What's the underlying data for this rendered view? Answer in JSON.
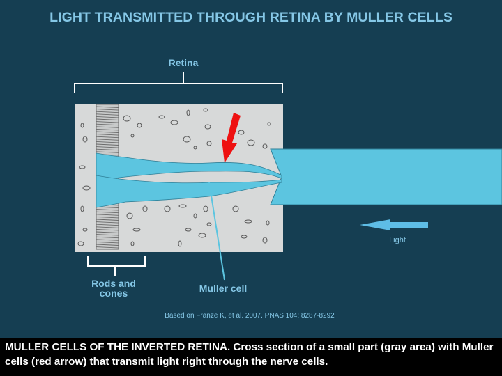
{
  "title": "LIGHT TRANSMITTED THROUGH RETINA BY MULLER CELLS",
  "labels": {
    "retina": "Retina",
    "rods_and_cones_line1": "Rods and",
    "rods_and_cones_line2": "cones",
    "muller_cell": "Muller cell",
    "light": "Light"
  },
  "source_note": "Based on Franze K, et al. 2007. PNAS 104: 8287-8292",
  "caption": "MULLER CELLS OF THE INVERTED RETINA. Cross section of a small part (gray area) with Muller cells (red arrow) that transmit light right through the nerve cells.",
  "colors": {
    "background": "#153e52",
    "label_text": "#85c7e6",
    "retina_tissue": "#d7d9d9",
    "muller_cell": "#5cc5e0",
    "light_arrow": "#5ebde6",
    "red_arrow": "#ee1111",
    "caption_bg": "#000000",
    "caption_text": "#ffffff"
  }
}
